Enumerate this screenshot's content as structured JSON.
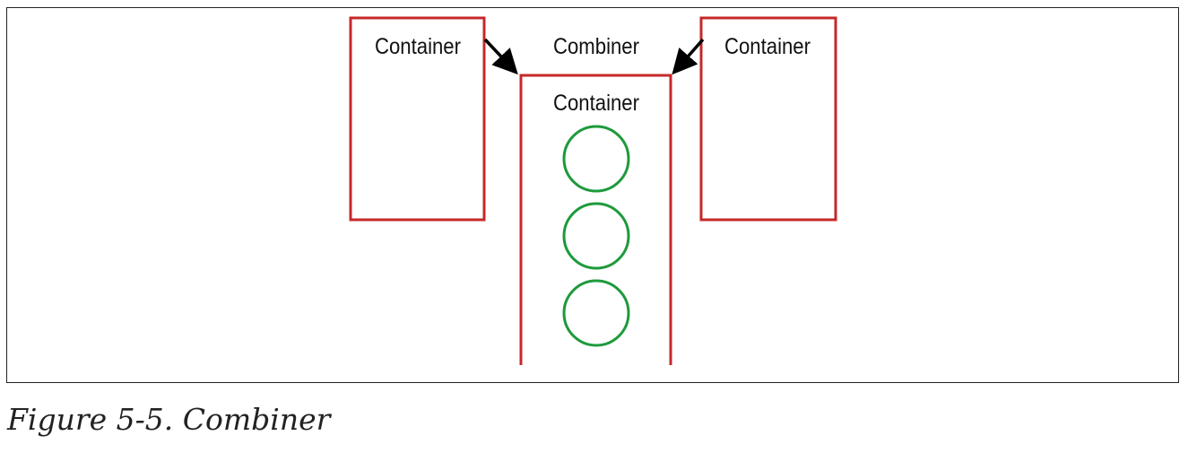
{
  "diagram": {
    "left_container_label": "Container",
    "combiner_label": "Combiner",
    "center_container_label": "Container",
    "right_container_label": "Container"
  },
  "caption": "Figure 5-5. Combiner",
  "colors": {
    "container_border": "#c62828",
    "circle_stroke": "#1e9a3c",
    "arrow": "#000000",
    "frame": "#222222"
  }
}
